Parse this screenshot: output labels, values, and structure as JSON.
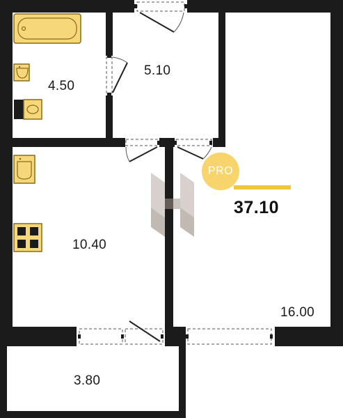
{
  "plan": {
    "rooms": [
      {
        "id": "bathroom",
        "area": "4.50"
      },
      {
        "id": "hallway",
        "area": "5.10"
      },
      {
        "id": "kitchen",
        "area": "10.40"
      },
      {
        "id": "living-room",
        "area": "16.00"
      },
      {
        "id": "balcony",
        "area": "3.80"
      }
    ]
  },
  "badge": {
    "label": "PRO"
  },
  "total": {
    "area": "37.10"
  },
  "colors": {
    "wall": "#1b1b1b",
    "fixture_fill": "#f6d77a",
    "fixture_stroke": "#8a6b1a",
    "accent": "#f2c53d",
    "badge_fill": "#f7d46c",
    "watermark": "#b7aba3"
  }
}
